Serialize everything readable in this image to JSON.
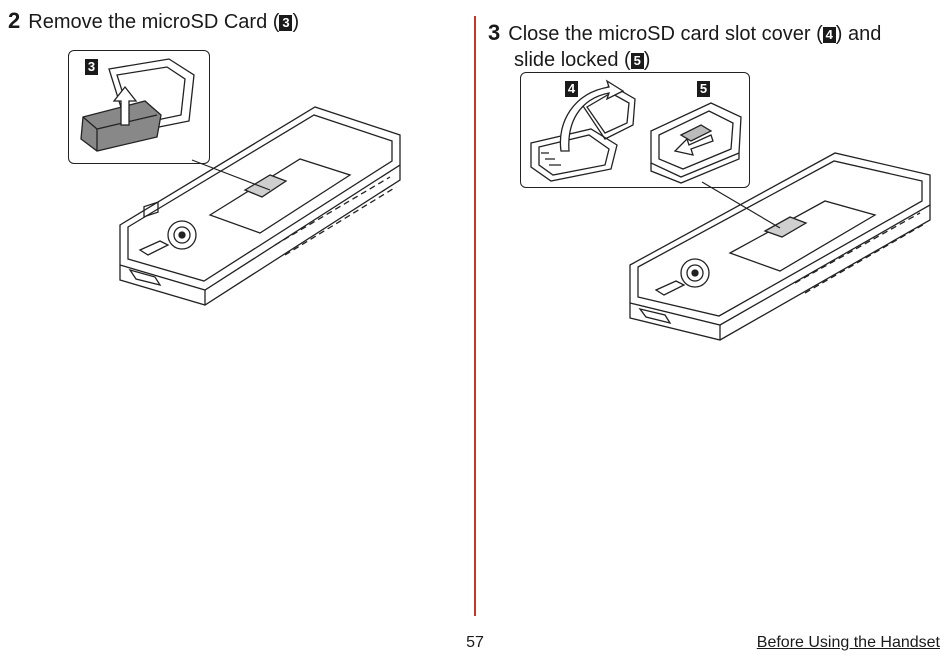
{
  "left_step": {
    "number": "2",
    "text_before": "Remove the microSD Card (",
    "badge": "3",
    "text_after": ")"
  },
  "right_step": {
    "number": "3",
    "line1_before": "Close the microSD card slot cover (",
    "badge1": "4",
    "line1_middle": ") and",
    "line2_before": "slide locked (",
    "badge2": "5",
    "line2_after": ")"
  },
  "figures": {
    "left_inset_badge": "3",
    "right_inset_badge_a": "4",
    "right_inset_badge_b": "5"
  },
  "footer": {
    "page_number": "57",
    "section_link": "Before Using the Handset"
  },
  "colors": {
    "divider": "#c0392b",
    "text": "#1a1a1a",
    "line_art": "#222222"
  },
  "icons": [
    "handset-line-art",
    "microsd-card-arrow",
    "slot-cover-arc-arrow",
    "slide-lock-arrow"
  ]
}
